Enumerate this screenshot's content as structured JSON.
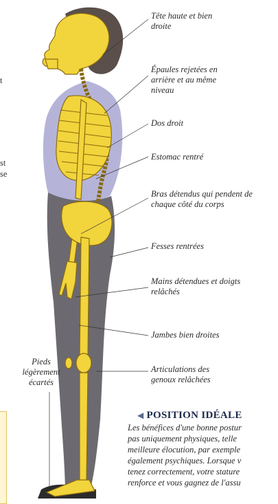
{
  "labels": {
    "head": "Tête haute et bien\ndroite",
    "shoulders": "Épaules rejetées en\narrière et au même\nniveau",
    "back": "Dos droit",
    "stomach": "Estomac rentré",
    "arms": "Bras détendus qui pendent de\nchaque côté du corps",
    "buttocks": "Fesses rentrées",
    "hands": "Mains détendues et doigts\nrelâchés",
    "legs": "Jambes bien droites",
    "knees": "Articulations des\ngenoux relâchées",
    "feet": "Pieds\nlégèrement\nécartés"
  },
  "left_fragments": [
    "t",
    "st",
    "se"
  ],
  "section": {
    "title": "POSITION IDÉALE",
    "body_lines": [
      "Les bénéfices d'une bonne postur",
      "pas uniquement physiques, telle",
      "meilleure élocution, par exemple",
      "également psychiques. Lorsque v",
      "tenez correctement, votre stature",
      "renforce et vous gagnez de l'assu"
    ]
  },
  "colors": {
    "bone": "#f2d43c",
    "bone_outline": "#8a6a10",
    "shirt": "#b5b4d8",
    "trousers": "#6c6a70",
    "hair": "#5a4f4a",
    "accent_box": "#fff7d4"
  }
}
